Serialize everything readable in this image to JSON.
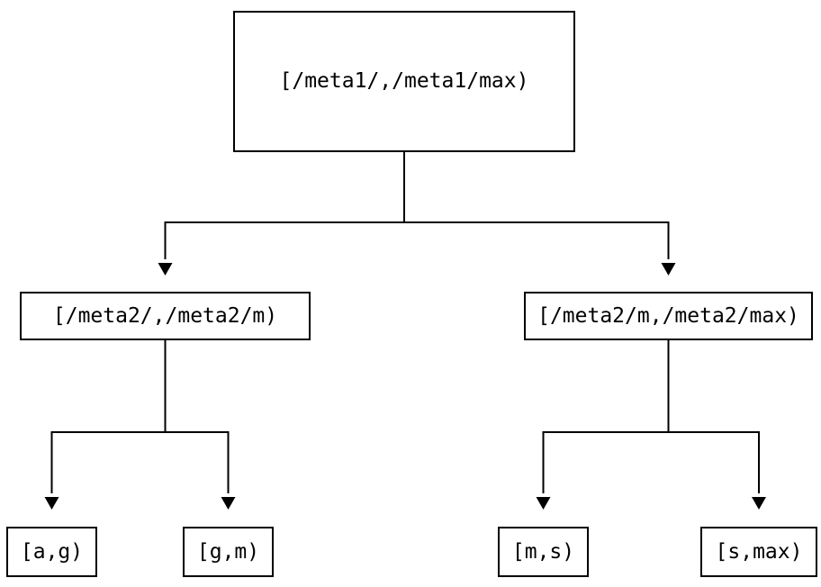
{
  "diagram": {
    "type": "binary-interval-partition-tree",
    "colors": {
      "line": "#000000",
      "box_border": "#000000",
      "text": "#000000",
      "background": "#ffffff"
    },
    "root": {
      "label": "[/meta1/,/meta1/max)",
      "children": [
        {
          "label": "[/meta2/,/meta2/m)",
          "children": [
            {
              "label": "[a,g)"
            },
            {
              "label": "[g,m)"
            }
          ]
        },
        {
          "label": "[/meta2/m,/meta2/max)",
          "children": [
            {
              "label": "[m,s)"
            },
            {
              "label": "[s,max)"
            }
          ]
        }
      ]
    }
  }
}
